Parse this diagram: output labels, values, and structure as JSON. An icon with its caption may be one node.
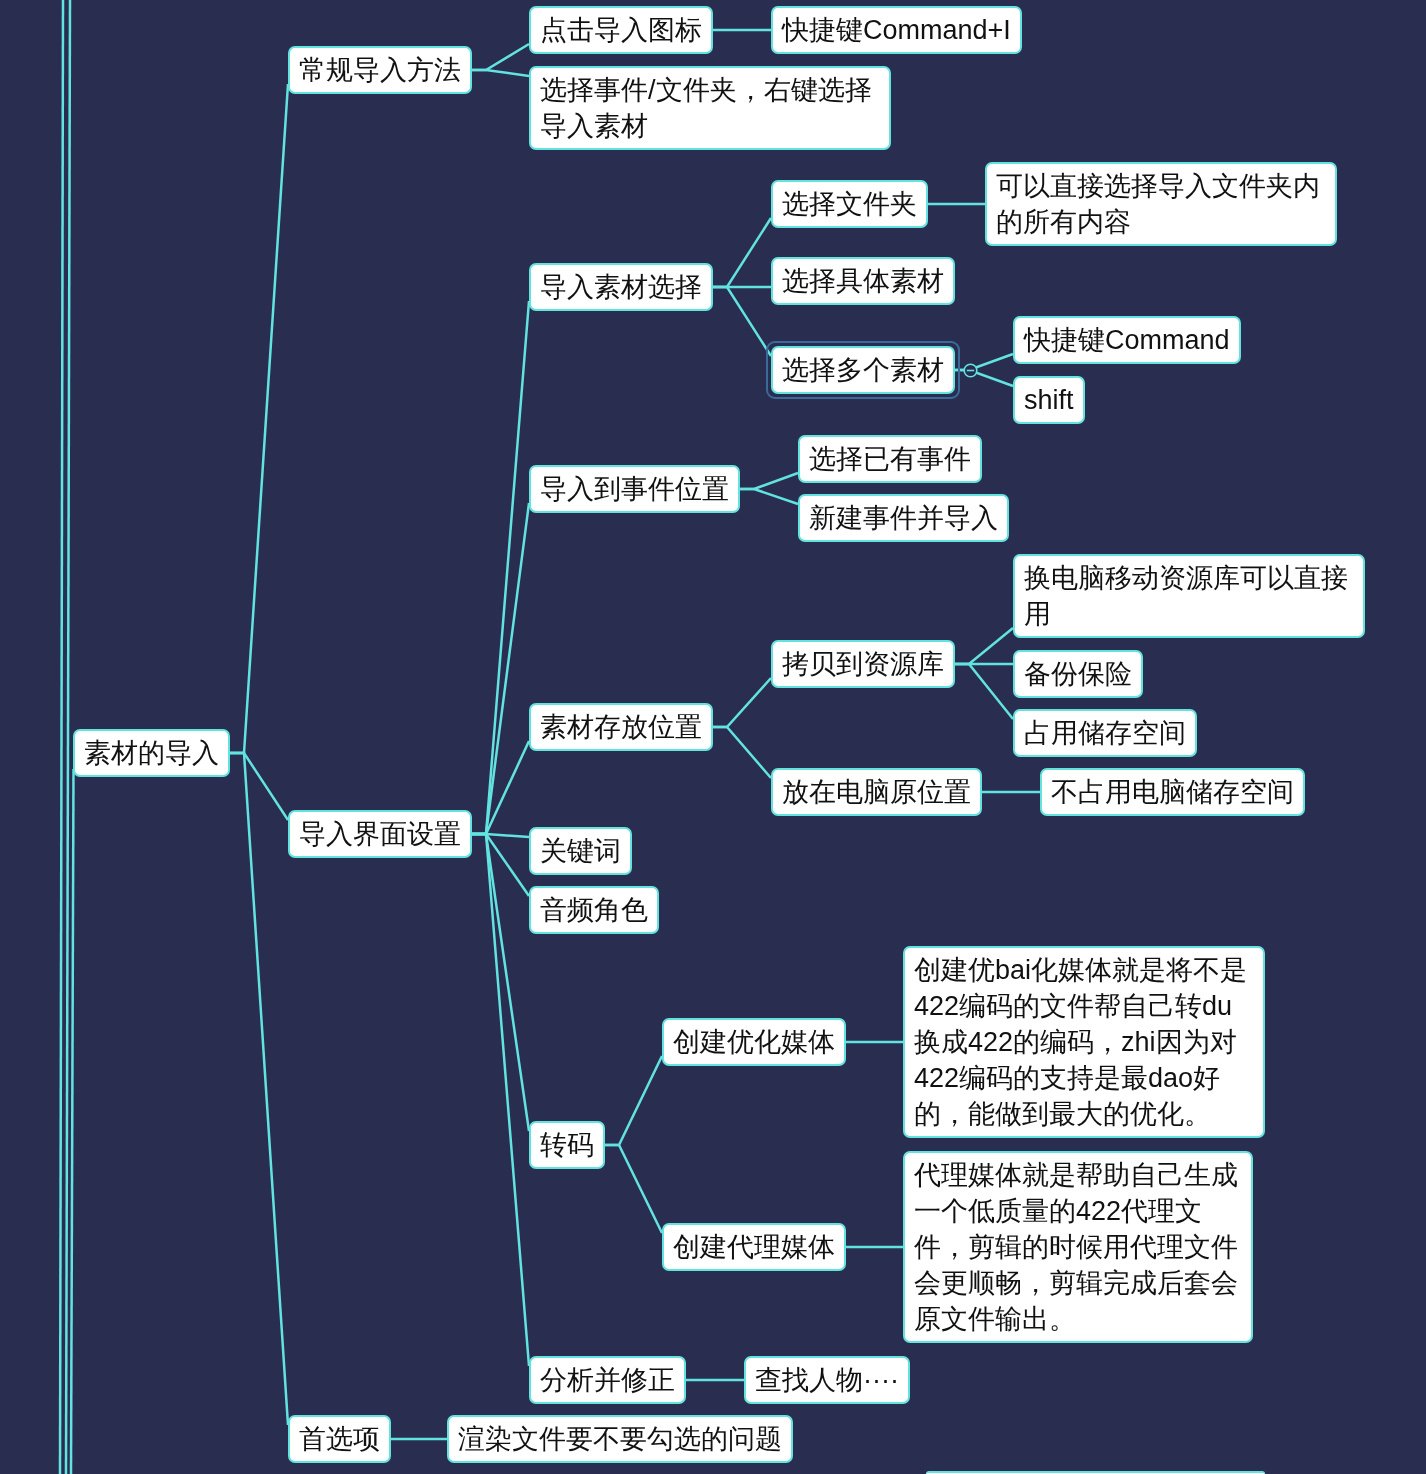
{
  "diagram": {
    "nodes": [
      {
        "text": [
          "素材的导入"
        ]
      },
      {
        "text": [
          "常规导入方法"
        ]
      },
      {
        "text": [
          "点击导入图标"
        ]
      },
      {
        "text": [
          "快捷键Command+I"
        ]
      },
      {
        "text": [
          "选择事件/文件夹，右键选择导入素材"
        ]
      },
      {
        "text": [
          "导入界面设置"
        ]
      },
      {
        "text": [
          "导入素材选择"
        ]
      },
      {
        "text": [
          "选择文件夹"
        ]
      },
      {
        "text": [
          "可以直接选择导入文件夹内的所有内容"
        ]
      },
      {
        "text": [
          "选择具体素材"
        ]
      },
      {
        "text": [
          "选择多个素材"
        ]
      },
      {
        "text": [
          "快捷键Command"
        ]
      },
      {
        "text": [
          "shift"
        ]
      },
      {
        "text": [
          "导入到事件位置"
        ]
      },
      {
        "text": [
          "选择已有事件"
        ]
      },
      {
        "text": [
          "新建事件并导入"
        ]
      },
      {
        "text": [
          "素材存放位置"
        ]
      },
      {
        "text": [
          "拷贝到资源库"
        ]
      },
      {
        "text": [
          "换电脑移动资源库可以直接用"
        ]
      },
      {
        "text": [
          "备份保险"
        ]
      },
      {
        "text": [
          "占用储存空间"
        ]
      },
      {
        "text": [
          "放在电脑原位置"
        ]
      },
      {
        "text": [
          "不占用电脑储存空间"
        ]
      },
      {
        "text": [
          "关键词"
        ]
      },
      {
        "text": [
          "音频角色"
        ]
      },
      {
        "text": [
          "转码"
        ]
      },
      {
        "text": [
          "创建优化媒体"
        ]
      },
      {
        "text": [
          "创建优bai化媒体就是将不是422编码的文件帮自己转du换成422的编码，zhi因为对422编码的支持是最dao好的，能做到最大的优化。"
        ]
      },
      {
        "text": [
          "创建代理媒体"
        ]
      },
      {
        "text": [
          "代理媒体就是帮助自己生成一个低质量的422代理文件，剪辑的时候用代理文件会更顺畅，剪辑完成后套会原文件输出。"
        ]
      },
      {
        "text": [
          "分析并修正"
        ]
      },
      {
        "text": [
          "查找人物····"
        ]
      },
      {
        "text": [
          "首选项"
        ]
      },
      {
        "text": [
          "渲染文件要不要勾选的问题"
        ]
      }
    ],
    "edges": [
      {
        "from": null,
        "to": 0,
        "arrow": "none"
      },
      {
        "from": 0,
        "to": 1,
        "arrow": "none"
      },
      {
        "from": 0,
        "to": 5,
        "arrow": "none"
      },
      {
        "from": 0,
        "to": 32,
        "arrow": "none"
      },
      {
        "from": 1,
        "to": 2,
        "arrow": "none"
      },
      {
        "from": 1,
        "to": 4,
        "arrow": "none"
      },
      {
        "from": 2,
        "to": 3,
        "arrow": "none"
      },
      {
        "from": 5,
        "to": 6,
        "arrow": "none"
      },
      {
        "from": 5,
        "to": 13,
        "arrow": "none"
      },
      {
        "from": 5,
        "to": 16,
        "arrow": "none"
      },
      {
        "from": 5,
        "to": 23,
        "arrow": "none"
      },
      {
        "from": 5,
        "to": 24,
        "arrow": "none"
      },
      {
        "from": 5,
        "to": 25,
        "arrow": "none"
      },
      {
        "from": 5,
        "to": 30,
        "arrow": "none"
      },
      {
        "from": 6,
        "to": 7,
        "arrow": "none"
      },
      {
        "from": 6,
        "to": 9,
        "arrow": "none"
      },
      {
        "from": 6,
        "to": 10,
        "arrow": "none"
      },
      {
        "from": 7,
        "to": 8,
        "arrow": "none"
      },
      {
        "from": 10,
        "to": 11,
        "arrow": "none"
      },
      {
        "from": 10,
        "to": 12,
        "arrow": "none"
      },
      {
        "from": 13,
        "to": 14,
        "arrow": "none"
      },
      {
        "from": 13,
        "to": 15,
        "arrow": "none"
      },
      {
        "from": 16,
        "to": 17,
        "arrow": "none"
      },
      {
        "from": 16,
        "to": 21,
        "arrow": "none"
      },
      {
        "from": 17,
        "to": 18,
        "arrow": "none"
      },
      {
        "from": 17,
        "to": 19,
        "arrow": "none"
      },
      {
        "from": 17,
        "to": 20,
        "arrow": "none"
      },
      {
        "from": 21,
        "to": 22,
        "arrow": "none"
      },
      {
        "from": 25,
        "to": 26,
        "arrow": "none"
      },
      {
        "from": 25,
        "to": 28,
        "arrow": "none"
      },
      {
        "from": 26,
        "to": 27,
        "arrow": "none"
      },
      {
        "from": 28,
        "to": 29,
        "arrow": "none"
      },
      {
        "from": 30,
        "to": 31,
        "arrow": "none"
      },
      {
        "from": 32,
        "to": 33,
        "arrow": "none"
      }
    ]
  }
}
